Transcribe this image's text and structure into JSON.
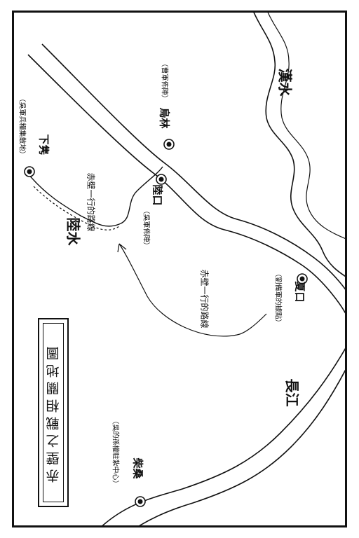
{
  "title": "赤壁之戰相關地圖",
  "rivers": {
    "han": "漢水",
    "chang": "長江",
    "lu": "陸水"
  },
  "places": {
    "wulin": {
      "name": "烏林",
      "note": "（曹軍佈陣）"
    },
    "xiajun": {
      "name": "下隽",
      "note": "（吳軍兵糧集散地）"
    },
    "lukou": {
      "name": "陸口",
      "note": "（吳軍佈陣）"
    },
    "xiakou": {
      "name": "夏口",
      "note": "（劉備軍的據點）"
    },
    "chaisang": {
      "name": "柴桑",
      "note": "（吳的孫權駐紮中心）"
    }
  },
  "routes": {
    "upper": "赤壁一行的路線",
    "lower": "赤壁一行的路線"
  }
}
